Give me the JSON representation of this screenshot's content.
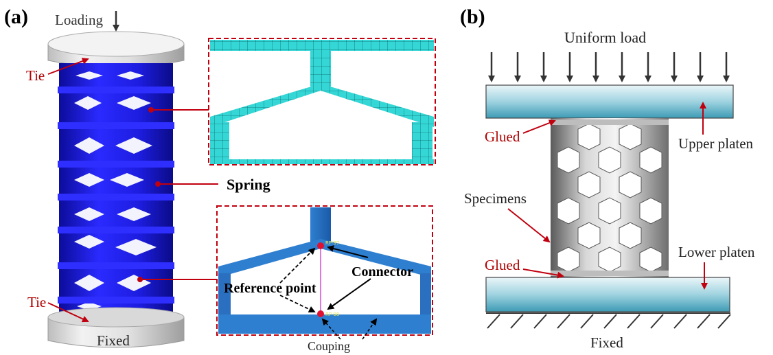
{
  "panel_a": {
    "label": "(a)",
    "loading": "Loading",
    "tie_top": "Tie",
    "tie_bottom": "Tie",
    "fixed": "Fixed",
    "spring": "Spring",
    "reference_point": "Reference point",
    "connector": "Connector",
    "couping": "Couping",
    "rp_tag_top": "RP-97",
    "rp_tag_bottom": "RP-98"
  },
  "panel_b": {
    "label": "(b)",
    "uniform_load": "Uniform load",
    "glued_top": "Glued",
    "glued_bottom": "Glued",
    "upper_platen": "Upper platen",
    "lower_platen": "Lower platen",
    "specimens": "Specimens",
    "fixed": "Fixed"
  },
  "colors": {
    "mesh_blue": "#1a1ad6",
    "mesh_cyan": "#2fd3d3",
    "callout_red": "#c0000f",
    "annotation_red": "#b00000",
    "platen_blue": "#5fb3c9",
    "arrow_dark": "#333333"
  }
}
